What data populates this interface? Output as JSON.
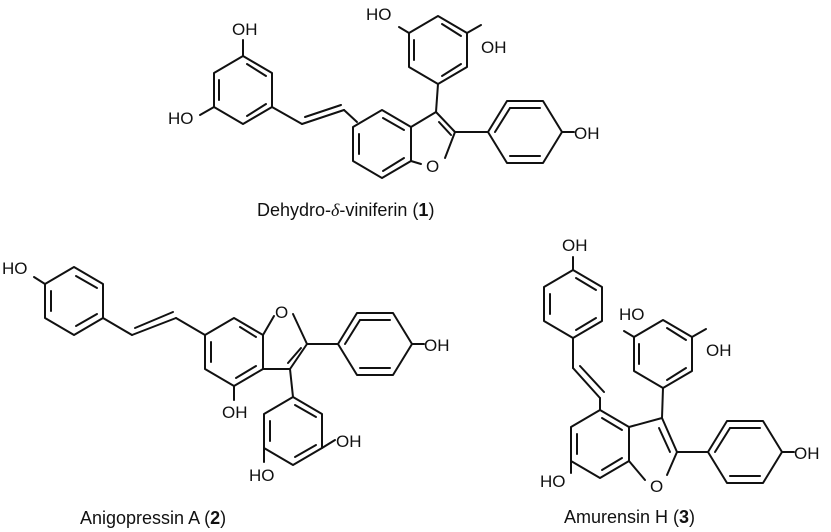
{
  "atom_labels": {
    "oh": "OH",
    "ho": "HO",
    "o": "O"
  },
  "captions": {
    "c1_pre": "Dehydro-",
    "c1_delta": "δ",
    "c1_post": "-viniferin (",
    "c1_num": "1",
    "c1_close": ")",
    "c2_name": "Anigopressin A (",
    "c2_num": "2",
    "c2_close": ")",
    "c3_name": "Amurensin H (",
    "c3_num": "3",
    "c3_close": ")"
  }
}
